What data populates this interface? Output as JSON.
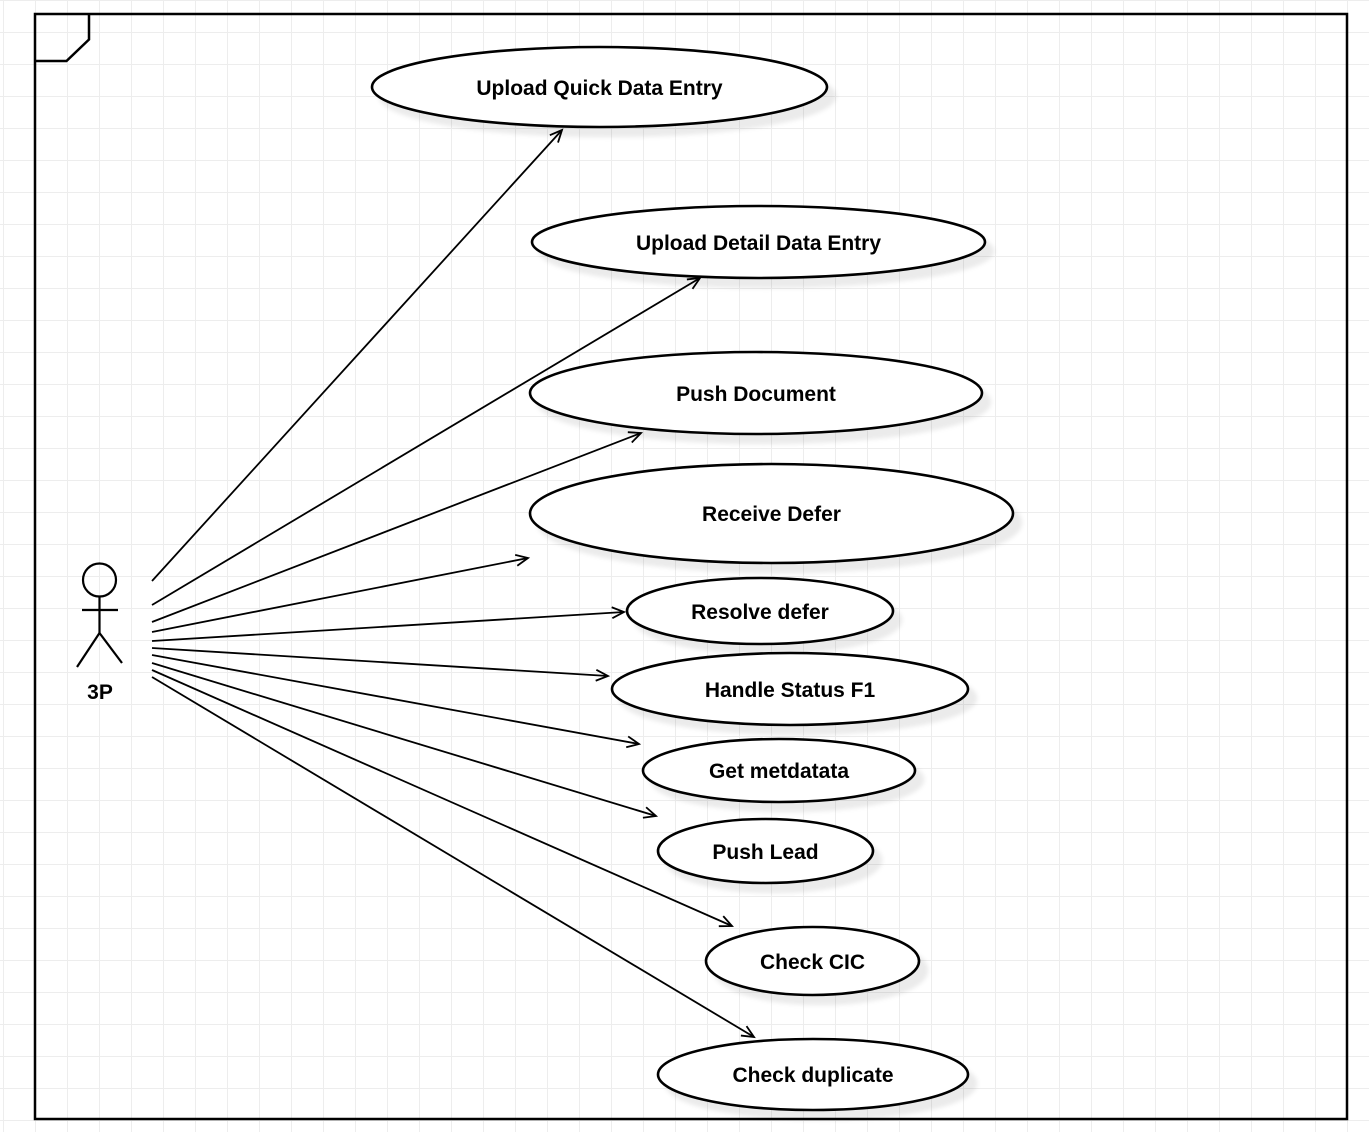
{
  "diagram": {
    "kind": "uml-use-case-diagram",
    "actor": {
      "label": "3P"
    },
    "use_cases": [
      {
        "id": "upload-quick-data-entry",
        "label": "Upload Quick Data Entry"
      },
      {
        "id": "upload-detail-data-entry",
        "label": "Upload Detail Data Entry"
      },
      {
        "id": "push-document",
        "label": "Push Document"
      },
      {
        "id": "receive-defer",
        "label": "Receive Defer"
      },
      {
        "id": "resolve-defer",
        "label": "Resolve defer"
      },
      {
        "id": "handle-status-f1",
        "label": "Handle Status F1"
      },
      {
        "id": "get-metdatata",
        "label": "Get metdatata"
      },
      {
        "id": "push-lead",
        "label": "Push Lead"
      },
      {
        "id": "check-cic",
        "label": "Check CIC"
      },
      {
        "id": "check-duplicate",
        "label": "Check duplicate"
      }
    ],
    "connections": [
      {
        "from": "3P",
        "to": "Upload Quick Data Entry"
      },
      {
        "from": "3P",
        "to": "Upload Detail Data Entry"
      },
      {
        "from": "3P",
        "to": "Push Document"
      },
      {
        "from": "3P",
        "to": "Receive Defer"
      },
      {
        "from": "3P",
        "to": "Resolve defer"
      },
      {
        "from": "3P",
        "to": "Handle Status F1"
      },
      {
        "from": "3P",
        "to": "Get metdatata"
      },
      {
        "from": "3P",
        "to": "Push Lead"
      },
      {
        "from": "3P",
        "to": "Check CIC"
      },
      {
        "from": "3P",
        "to": "Check duplicate"
      }
    ],
    "colors": {
      "shape_fill": "#ffffff",
      "shape_stroke": "#000000",
      "grid_line": "#ededed",
      "canvas": "#ffffff"
    }
  }
}
